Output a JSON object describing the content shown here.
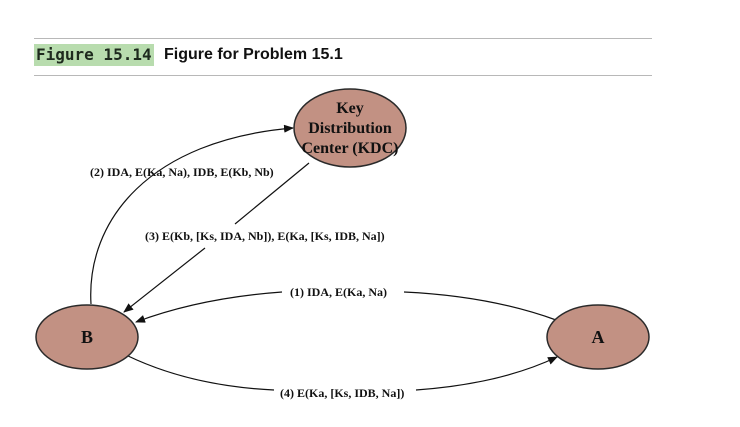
{
  "figure": {
    "number": "Figure 15.14",
    "caption": "Figure for Problem 15.1"
  },
  "colors": {
    "node_fill": "#c29183",
    "node_stroke": "#2a2a2a",
    "figure_number_highlight": "#b8dcae"
  },
  "nodes": {
    "kdc": {
      "lines": [
        "Key",
        "Distribution",
        "Center (KDC)"
      ]
    },
    "b": {
      "label": "B"
    },
    "a": {
      "label": "A"
    }
  },
  "messages": {
    "m1": "(1) IDA, E(Ka, Na)",
    "m2": "(2) IDA, E(Ka, Na), IDB, E(Kb, Nb)",
    "m3": "(3) E(Kb, [Ks, IDA, Nb]), E(Ka, [Ks, IDB, Na])",
    "m4": "(4) E(Ka, [Ks, IDB, Na])"
  }
}
